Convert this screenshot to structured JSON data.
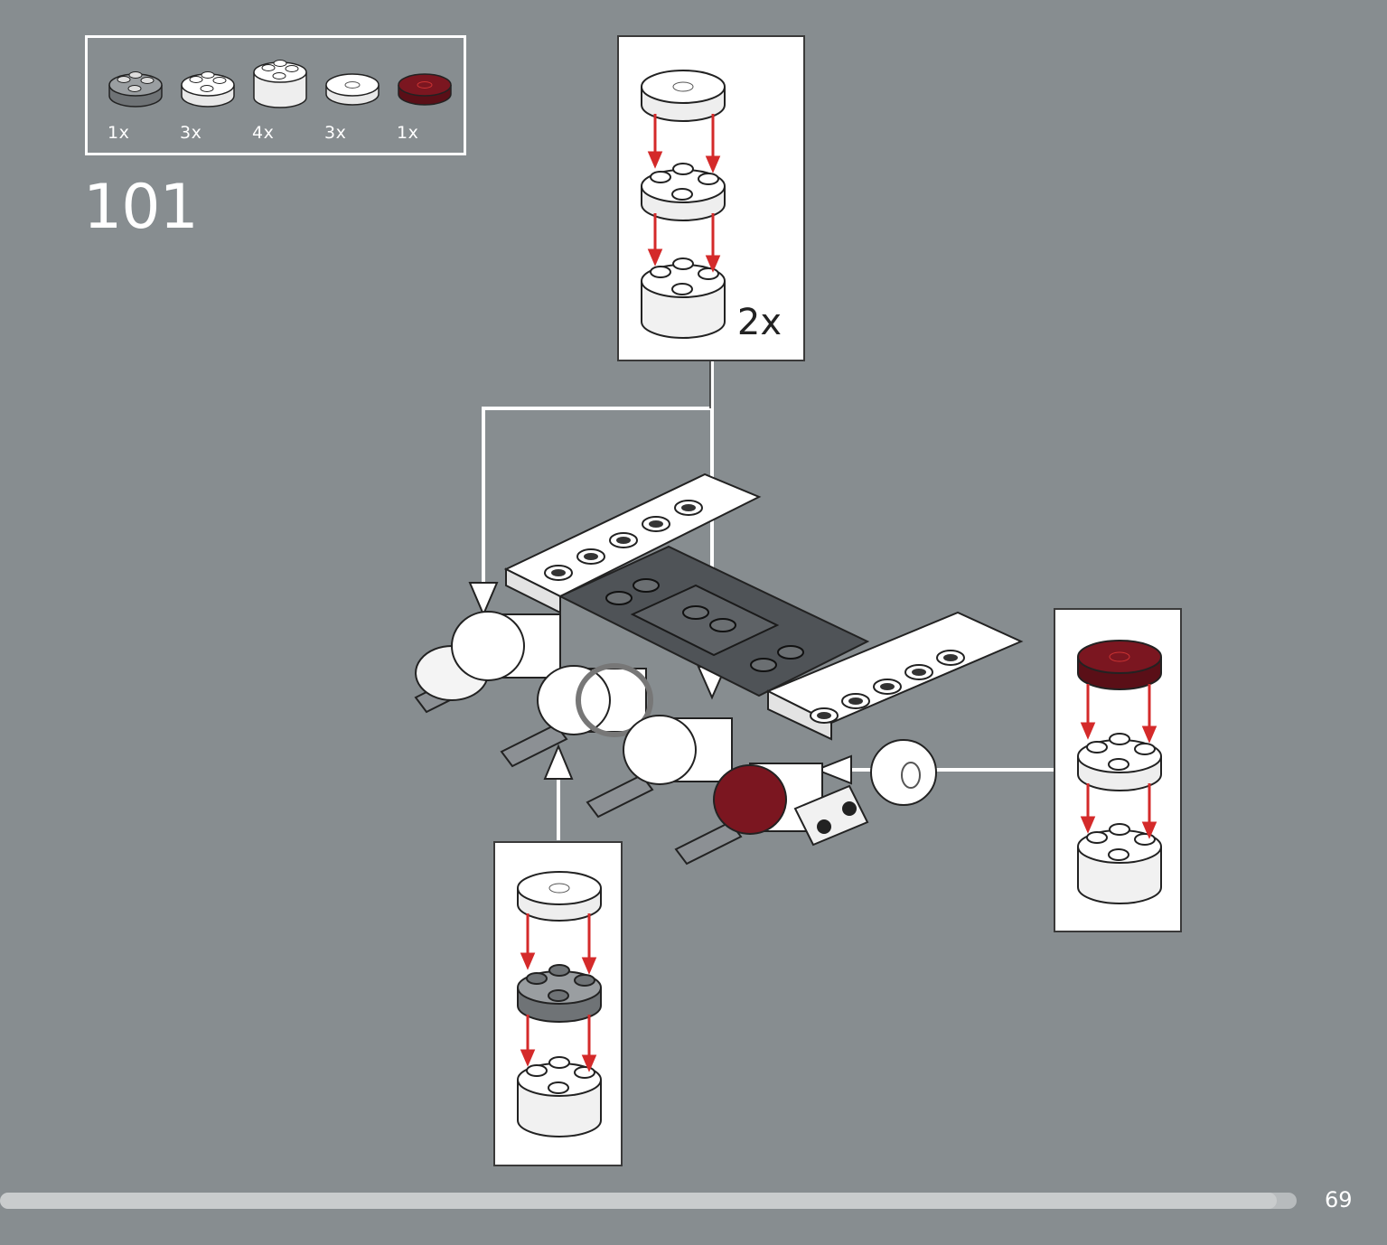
{
  "step": {
    "number": "101"
  },
  "parts_list": [
    {
      "qty": "1x",
      "icon": "round-plate-2x2-dark-grey-icon",
      "color": "#8f9396"
    },
    {
      "qty": "3x",
      "icon": "round-plate-2x2-white-icon",
      "color": "#ffffff"
    },
    {
      "qty": "4x",
      "icon": "round-brick-2x2-white-icon",
      "color": "#ffffff"
    },
    {
      "qty": "3x",
      "icon": "round-tile-2x2-white-icon",
      "color": "#ffffff"
    },
    {
      "qty": "1x",
      "icon": "round-tile-2x2-dark-red-icon",
      "color": "#7b1620"
    }
  ],
  "callouts": {
    "top": {
      "quantity": "2x"
    },
    "bottom": {},
    "right": {}
  },
  "colors": {
    "background": "#878d90",
    "arrow_red": "#d42a2a",
    "dark_red": "#7b1620",
    "dark_grey": "#4f5357"
  },
  "progress": {
    "fraction": 0.985
  },
  "page": {
    "number": "69"
  }
}
